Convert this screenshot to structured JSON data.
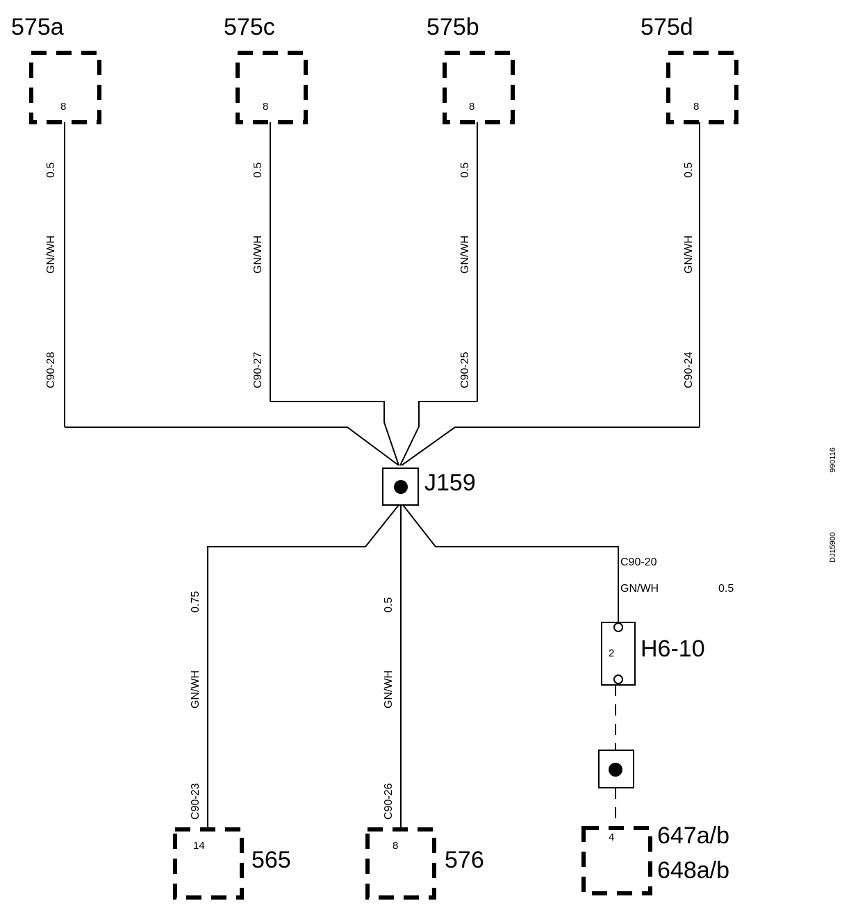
{
  "top_connectors": [
    {
      "name": "575a",
      "pin": "8",
      "gauge": "0.5",
      "color": "GN/WH",
      "circuit": "C90-28"
    },
    {
      "name": "575c",
      "pin": "8",
      "gauge": "0.5",
      "color": "GN/WH",
      "circuit": "C90-27"
    },
    {
      "name": "575b",
      "pin": "8",
      "gauge": "0.5",
      "color": "GN/WH",
      "circuit": "C90-25"
    },
    {
      "name": "575d",
      "pin": "8",
      "gauge": "0.5",
      "color": "GN/WH",
      "circuit": "C90-24"
    }
  ],
  "junction": {
    "name": "J159"
  },
  "bottom_connectors": [
    {
      "name": "565",
      "pin": "14",
      "gauge": "0.75",
      "color": "GN/WH",
      "circuit": "C90-23"
    },
    {
      "name": "576",
      "pin": "8",
      "gauge": "0.5",
      "color": "GN/WH",
      "circuit": "C90-26"
    }
  ],
  "right_branch": {
    "circuit": "C90-20",
    "color": "GN/WH",
    "gauge": "0.5",
    "inline_connector": {
      "name": "H6-10",
      "pin": "2"
    },
    "end_connector": {
      "name_line1": "647a/b",
      "name_line2": "648a/b",
      "pin": "4"
    }
  },
  "side_codes": {
    "code1": "990116",
    "code2": "DJ15900"
  }
}
